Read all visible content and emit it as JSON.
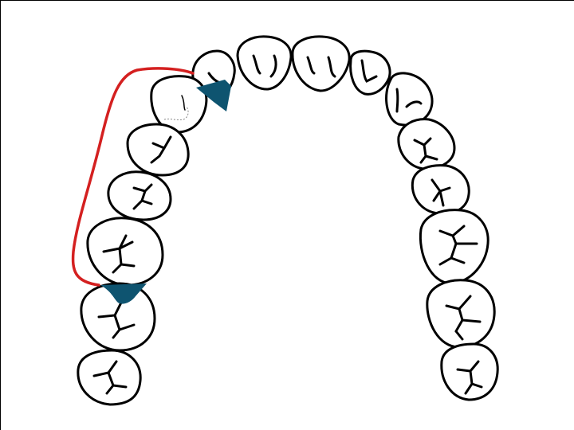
{
  "diagram": {
    "description_visible_text": "",
    "colors": {
      "background": "#ffffff",
      "tooth_outline": "#000000",
      "tooth_fill": "#ffffff",
      "bar": "#d42020",
      "marker": "#0e5470",
      "frame": "#000000"
    },
    "elements": {
      "arch_teeth_count": 16,
      "red_bar": "red-retainer-bar",
      "blue_markers": [
        "upper-marker",
        "lower-marker"
      ]
    }
  }
}
